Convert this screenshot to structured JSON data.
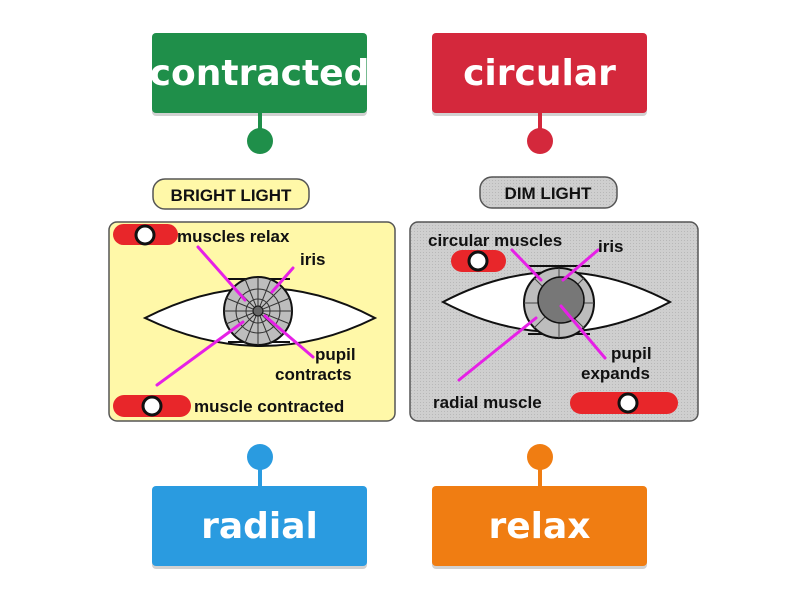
{
  "tiles": [
    {
      "label": "contracted",
      "color": "#1f8f4a"
    },
    {
      "label": "circular",
      "color": "#d4283c"
    },
    {
      "label": "radial",
      "color": "#2a9be0"
    },
    {
      "label": "relax",
      "color": "#f07d12"
    }
  ],
  "bright": {
    "header": "BRIGHT LIGHT",
    "panel_color": "#fff8a8",
    "labels": {
      "muscles_relax": "muscles relax",
      "iris": "iris",
      "pupil": "pupil",
      "contracts": "contracts",
      "muscle_contracted": "muscle contracted"
    }
  },
  "dim": {
    "header": "DIM LIGHT",
    "panel_color": "#cfcfcf",
    "labels": {
      "circular_muscles": "circular muscles",
      "iris": "iris",
      "pupil": "pupil",
      "expands": "expands",
      "radial_muscle": "radial muscle"
    }
  },
  "colors": {
    "pointer": "#e620e6",
    "slot": "#e8262a"
  }
}
